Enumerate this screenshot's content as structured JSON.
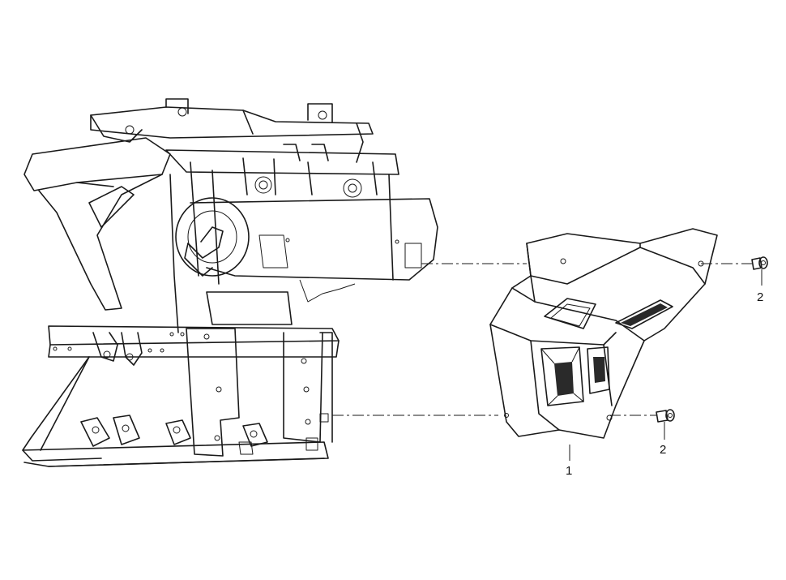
{
  "callouts": {
    "part_1": "1",
    "part_2_upper": "2",
    "part_2_lower": "2"
  },
  "colors": {
    "line": "#1a1a1a",
    "background": "#ffffff"
  }
}
